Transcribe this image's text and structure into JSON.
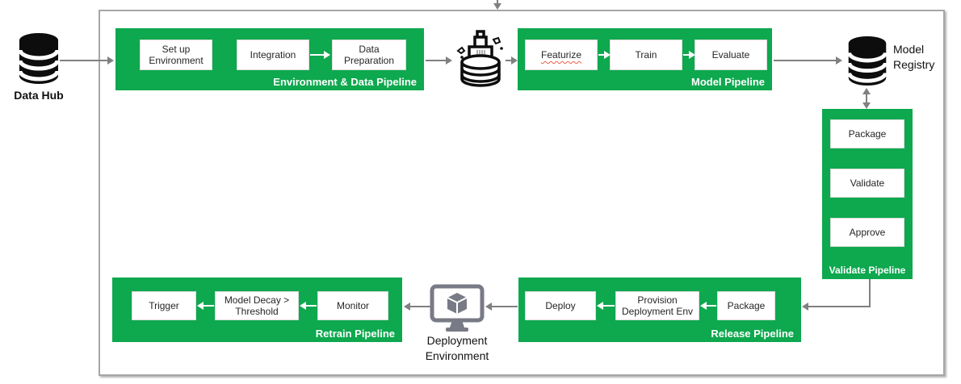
{
  "colors": {
    "pipeline_green": "#0ea84e",
    "arrow_gray": "#808080",
    "frame_border": "#a6a6a6",
    "icon_black": "#0d0d0d",
    "monitor_gray": "#787a85",
    "spellcheck_red": "#e8604c"
  },
  "nodes": {
    "data_hub": {
      "label": "Data Hub",
      "icon": "database-icon"
    },
    "data_processing": {
      "icon": "data-compactor-icon"
    },
    "model_registry": {
      "label": "Model Registry",
      "icon": "database-icon"
    },
    "deployment_environment": {
      "label": "Deployment Environment",
      "icon": "monitor-cube-icon"
    }
  },
  "pipelines": {
    "environment_data": {
      "title": "Environment & Data Pipeline",
      "steps": [
        {
          "label": "Set up Environment"
        },
        {
          "label": "Integration"
        },
        {
          "label": "Data Preparation"
        }
      ]
    },
    "model": {
      "title": "Model Pipeline",
      "steps": [
        {
          "label": "Featurize",
          "has_spellcheck_underline": true
        },
        {
          "label": "Train"
        },
        {
          "label": "Evaluate"
        }
      ]
    },
    "validate": {
      "title": "Validate Pipeline",
      "steps": [
        {
          "label": "Package"
        },
        {
          "label": "Validate"
        },
        {
          "label": "Approve"
        }
      ]
    },
    "release": {
      "title": "Release Pipeline",
      "steps": [
        {
          "label": "Deploy"
        },
        {
          "label": "Provision Deployment Env"
        },
        {
          "label": "Package"
        }
      ]
    },
    "retrain": {
      "title": "Retrain Pipeline",
      "steps": [
        {
          "label": "Trigger"
        },
        {
          "label": "Model Decay > Threshold"
        },
        {
          "label": "Monitor"
        }
      ]
    }
  }
}
